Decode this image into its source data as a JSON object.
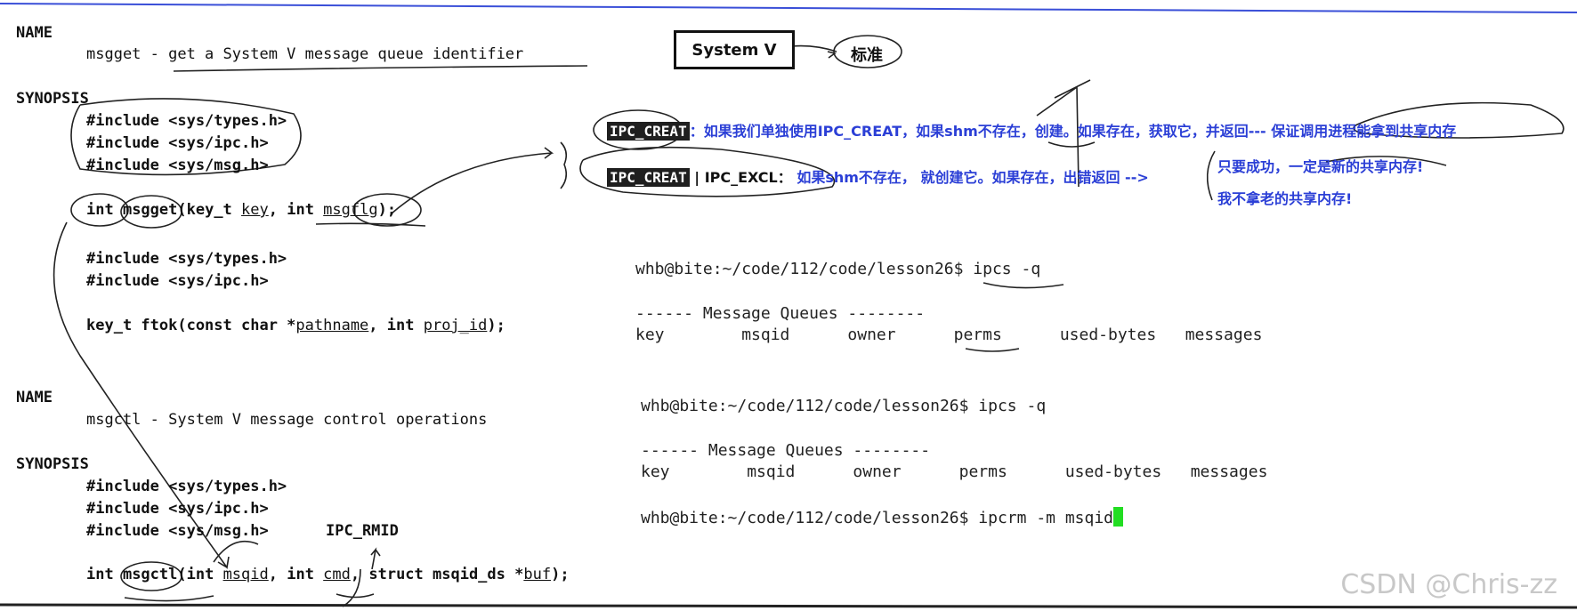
{
  "left": {
    "name1": "NAME",
    "msgget_desc": "msgget - get a System V message queue identifier",
    "synopsis1": "SYNOPSIS",
    "inc_types": "#include <sys/types.h>",
    "inc_ipc": "#include <sys/ipc.h>",
    "inc_msg": "#include <sys/msg.h>",
    "msgget_sig": {
      "p1": "int ",
      "fn": "msgget",
      "p2": "(key_t ",
      "a1": "key",
      "p3": ", int ",
      "a2": "msgflg",
      "p4": ");"
    },
    "ftok_sig": {
      "p1": "key_t ftok(const char *",
      "a1": "pathname",
      "p2": ", int ",
      "a2": "proj_id",
      "p3": ");"
    },
    "name2": "NAME",
    "msgctl_desc": "msgctl - System V message control operations",
    "synopsis2": "SYNOPSIS",
    "ipc_rmid": "IPC_RMID",
    "msgctl_sig": {
      "p1": "int ",
      "fn": "msgctl",
      "p2": "(int ",
      "a1": "msqid",
      "p3": ", int ",
      "a2": "cmd",
      "p4": ", struct msqid_ds *",
      "a3": "buf",
      "p5": ");"
    }
  },
  "annotations": {
    "sysv_box": "System V",
    "standard": "标准",
    "ipc_creat": "IPC_CREAT",
    "line1_desc": "：如果我们单独使用IPC_CREAT，如果shm不存在，创建。如果存在，获取它，并返回--- 保证调用进程能拿到共享内存",
    "ipc_creat2": "IPC_CREAT",
    "or_excl": " | IPC_EXCL：",
    "line2_desc": " 如果shm不存在， 就创建它。如果存在，出错返回 -->",
    "note1": "只要成功，一定是新的共享内存!",
    "note2": "我不拿老的共享内存!"
  },
  "terminal": {
    "block1": {
      "prompt": "whb@bite:~/code/112/code/lesson26$ ipcs -q",
      "header": "------ Message Queues --------",
      "cols": "key        msqid      owner      perms      used-bytes   messages"
    },
    "block2": {
      "prompt": "whb@bite:~/code/112/code/lesson26$ ipcs -q",
      "header": "------ Message Queues --------",
      "cols": "key        msqid      owner      perms      used-bytes   messages",
      "prompt2": "whb@bite:~/code/112/code/lesson26$ ipcrm -m msqid"
    }
  },
  "watermark": "CSDN @Chris-zz"
}
